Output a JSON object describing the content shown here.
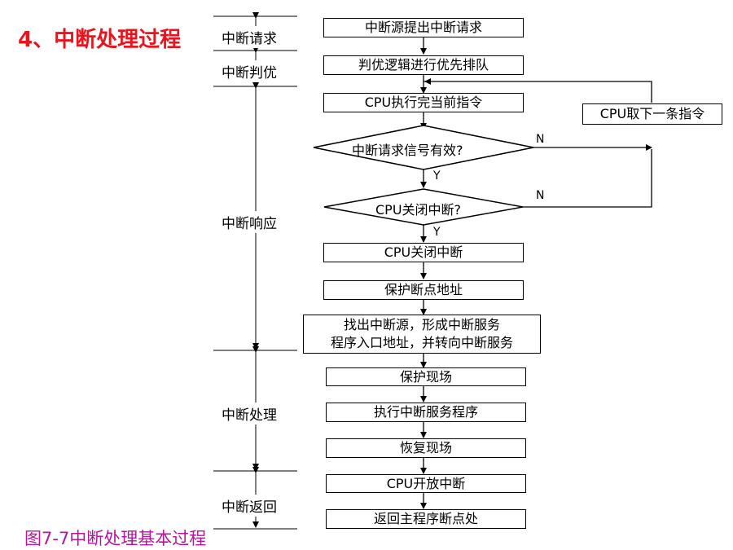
{
  "title": "4、中断处理过程",
  "caption": "图7-7中断处理基本过程",
  "phases": {
    "request": "中断请求",
    "priority": "中断判优",
    "response": "中断响应",
    "handling": "中断处理",
    "return": "中断返回"
  },
  "steps": {
    "raise": "中断源提出中断请求",
    "queue": "判优逻辑进行优先排队",
    "exec": "CPU执行完当前指令",
    "valid_q": "中断请求信号有效?",
    "closed_q": "CPU关闭中断?",
    "close": "CPU关闭中断",
    "save_addr": "保护断点地址",
    "find_line1": "找出中断源，形成中断服务",
    "find_line2": "程序入口地址，并转向中断服务",
    "save_ctx": "保护现场",
    "run_isr": "执行中断服务程序",
    "restore": "恢复现场",
    "open": "CPU开放中断",
    "back": "返回主程序断点处",
    "next": "CPU取下一条指令"
  },
  "branch": {
    "yes": "Y",
    "no": "N"
  },
  "colors": {
    "title": "#e8141e",
    "caption": "#b4169c",
    "line": "#000000"
  }
}
